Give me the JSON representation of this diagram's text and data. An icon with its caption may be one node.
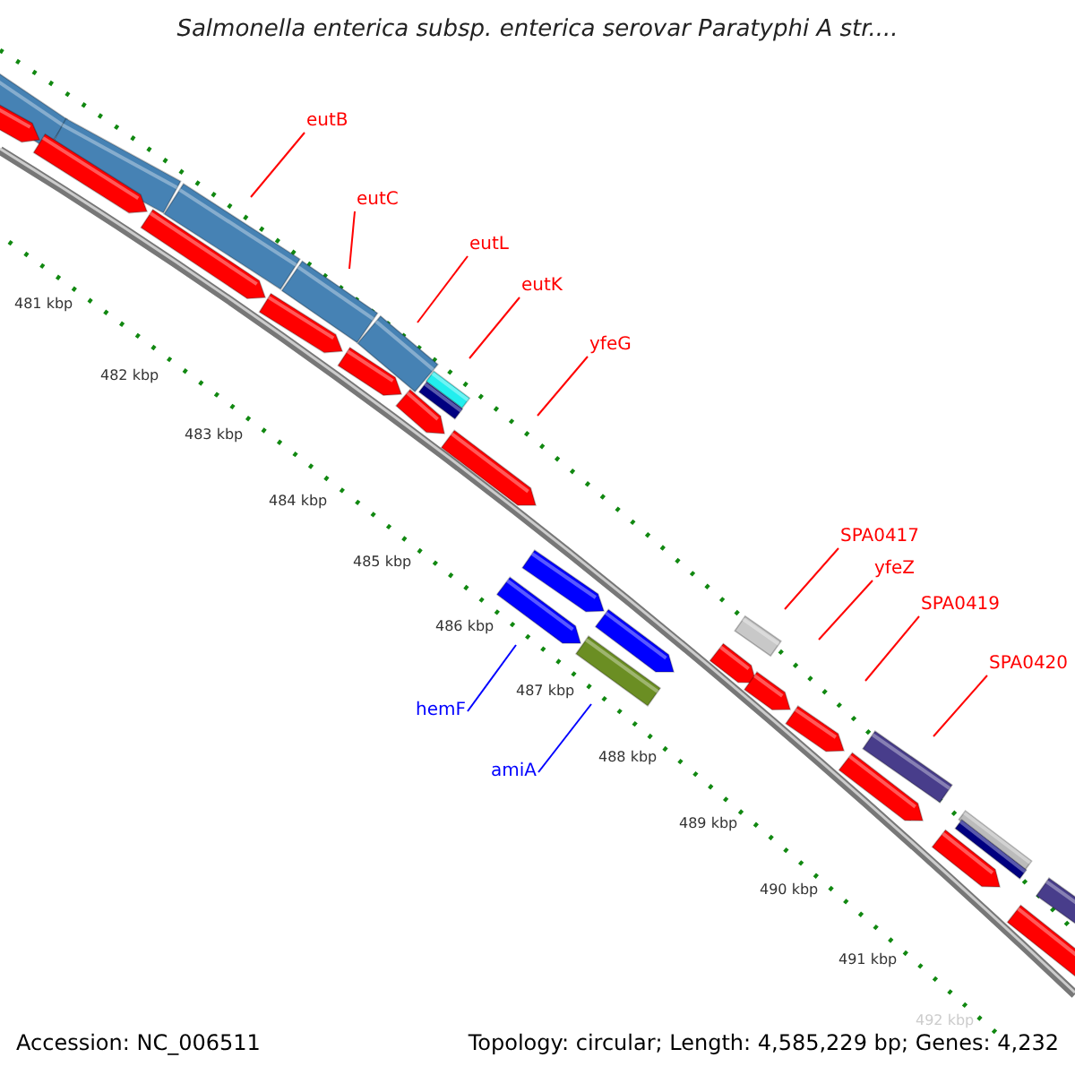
{
  "diagram": {
    "title": "Salmonella enterica subsp. enterica serovar Paratyphi A str....",
    "nodes": [
      {
        "text": [
          "eutB"
        ]
      },
      {
        "text": [
          "eutC"
        ]
      },
      {
        "text": [
          "eutL"
        ]
      },
      {
        "text": [
          "eutK"
        ]
      },
      {
        "text": [
          "yfeG"
        ]
      },
      {
        "text": [
          "SPA0417"
        ]
      },
      {
        "text": [
          "yfeZ"
        ]
      },
      {
        "text": [
          "SPA0419"
        ]
      },
      {
        "text": [
          "SPA0420"
        ]
      },
      {
        "text": [
          "hemF"
        ]
      },
      {
        "text": [
          "amiA"
        ]
      }
    ],
    "edges": [
      {
        "from": 0,
        "to": null,
        "arrow": "none"
      },
      {
        "from": 1,
        "to": null,
        "arrow": "none"
      },
      {
        "from": 2,
        "to": null,
        "arrow": "none"
      },
      {
        "from": 3,
        "to": null,
        "arrow": "none"
      },
      {
        "from": 4,
        "to": null,
        "arrow": "none"
      },
      {
        "from": 5,
        "to": null,
        "arrow": "none"
      },
      {
        "from": 6,
        "to": null,
        "arrow": "none"
      },
      {
        "from": 7,
        "to": null,
        "arrow": "none"
      },
      {
        "from": 8,
        "to": null,
        "arrow": "none"
      },
      {
        "from": 9,
        "to": null,
        "arrow": "none",
        "color": "#0000ff"
      },
      {
        "from": 10,
        "to": null,
        "arrow": "none",
        "color": "#0000ff"
      }
    ],
    "labels": [
      "481 kbp",
      "482 kbp",
      "483 kbp",
      "484 kbp",
      "485 kbp",
      "486 kbp",
      "487 kbp",
      "488 kbp",
      "489 kbp",
      "490 kbp",
      "491 kbp",
      "492 kbp",
      "Accession: NC_006511",
      "Topology: circular; Length: 4,585,229 bp; Genes: 4,232"
    ]
  }
}
